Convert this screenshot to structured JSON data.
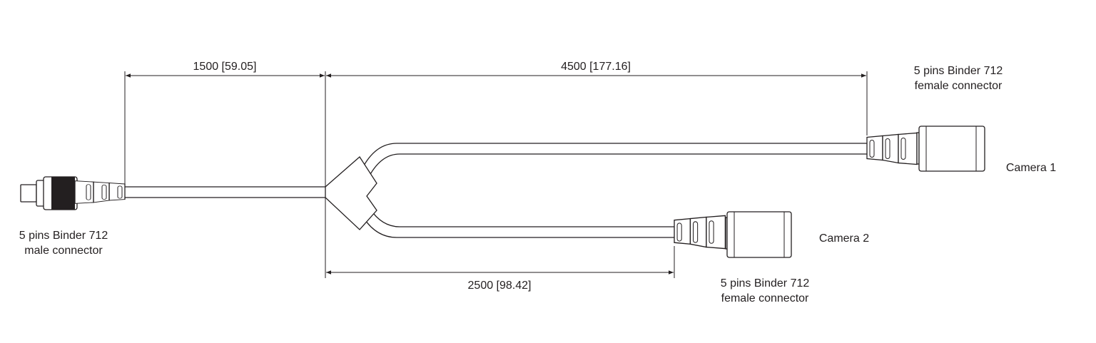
{
  "dimensions": {
    "main_cable": "1500 [59.05]",
    "camera1_branch": "4500 [177.16]",
    "camera2_branch": "2500 [98.42]"
  },
  "labels": {
    "male_connector": [
      "5 pins Binder 712",
      "male connector"
    ],
    "female_connector_1": [
      "5 pins Binder 712",
      "female connector"
    ],
    "female_connector_2": [
      "5 pins Binder 712",
      "female connector"
    ],
    "camera1": "Camera 1",
    "camera2": "Camera 2"
  },
  "colors": {
    "line": "#231f20",
    "band": "#231f20"
  }
}
